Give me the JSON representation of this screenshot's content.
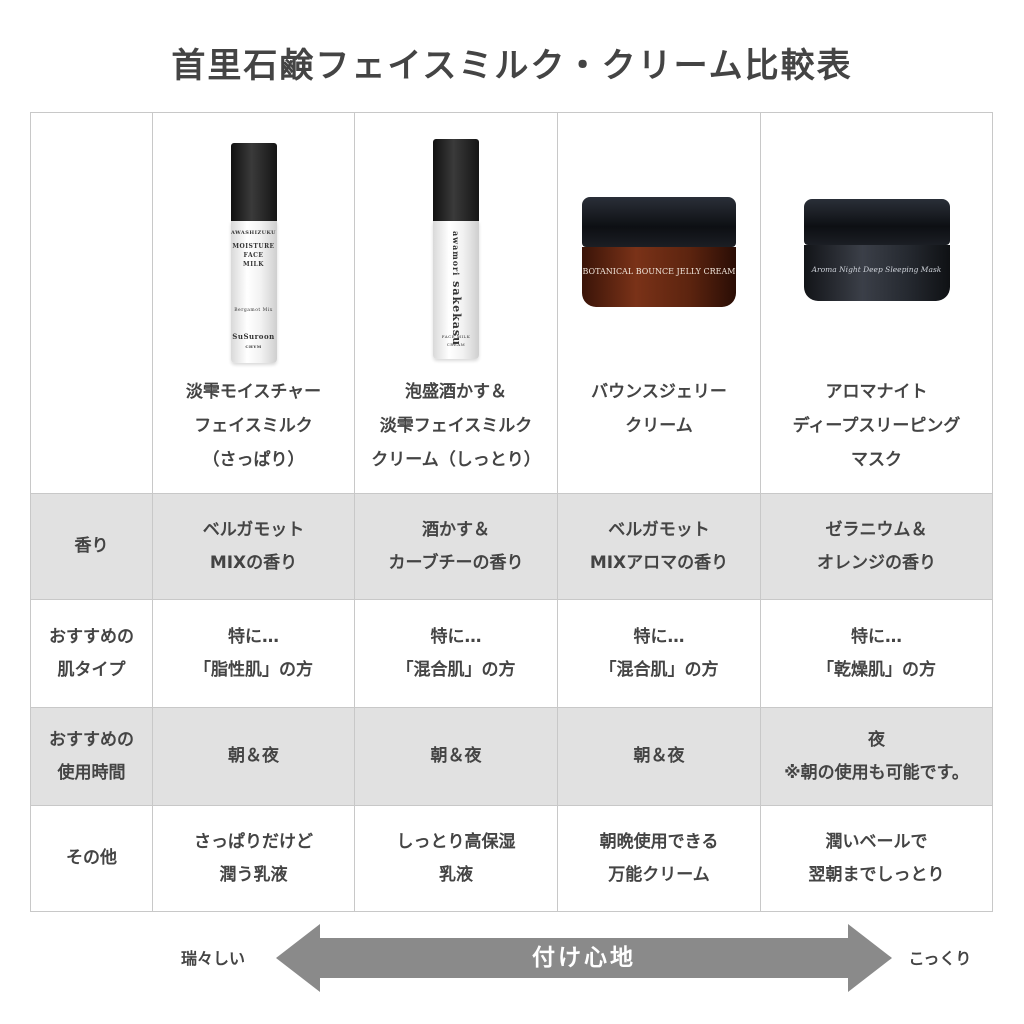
{
  "title": "首里石鹸フェイスミルク・クリーム比較表",
  "products": [
    {
      "name_lines": [
        "淡雫モイスチャー",
        "フェイスミルク",
        "（さっぱり）"
      ],
      "package_text": [
        "AWASHIZUKU",
        "MOISTURE",
        "FACE",
        "MILK",
        "Bergamot Mix",
        "SuSuroon",
        "CHYM"
      ]
    },
    {
      "name_lines": [
        "泡盛酒かす＆",
        "淡雫フェイスミルク",
        "クリーム（しっとり）"
      ],
      "package_text": [
        "awamori",
        "sakekasu",
        "FACE MILK CREAM"
      ]
    },
    {
      "name_lines": [
        "バウンスジェリー",
        "クリーム"
      ],
      "package_text": [
        "BOTANICAL BOUNCE JELLY CREAM"
      ]
    },
    {
      "name_lines": [
        "アロマナイト",
        "ディープスリーピング",
        "マスク"
      ],
      "package_text": [
        "Aroma Night Deep Sleeping Mask"
      ]
    }
  ],
  "rows": [
    {
      "header_lines": [
        "香り"
      ],
      "cells": [
        [
          "ベルガモット",
          "MIXの香り"
        ],
        [
          "酒かす＆",
          "カーブチーの香り"
        ],
        [
          "ベルガモット",
          "MIXアロマの香り"
        ],
        [
          "ゼラニウム＆",
          "オレンジの香り"
        ]
      ]
    },
    {
      "header_lines": [
        "おすすめの",
        "肌タイプ"
      ],
      "cells": [
        [
          "特に…",
          "「脂性肌」の方"
        ],
        [
          "特に…",
          "「混合肌」の方"
        ],
        [
          "特に…",
          "「混合肌」の方"
        ],
        [
          "特に…",
          "「乾燥肌」の方"
        ]
      ]
    },
    {
      "header_lines": [
        "おすすめの",
        "使用時間"
      ],
      "cells": [
        [
          "朝＆夜"
        ],
        [
          "朝＆夜"
        ],
        [
          "朝＆夜"
        ],
        [
          "夜",
          "※朝の使用も可能です。"
        ]
      ]
    },
    {
      "header_lines": [
        "その他"
      ],
      "cells": [
        [
          "さっぱりだけど",
          "潤う乳液"
        ],
        [
          "しっとり高保湿",
          "乳液"
        ],
        [
          "朝晩使用できる",
          "万能クリーム"
        ],
        [
          "潤いベールで",
          "翌朝までしっとり"
        ]
      ]
    }
  ],
  "scale": {
    "left_label": "瑞々しい",
    "center_label": "付け心地",
    "right_label": "こっくり",
    "arrow_color": "#8a8a8a"
  },
  "colors": {
    "shaded_row": "#e1e1e1",
    "border": "#c8c8c8",
    "text": "#444444"
  }
}
